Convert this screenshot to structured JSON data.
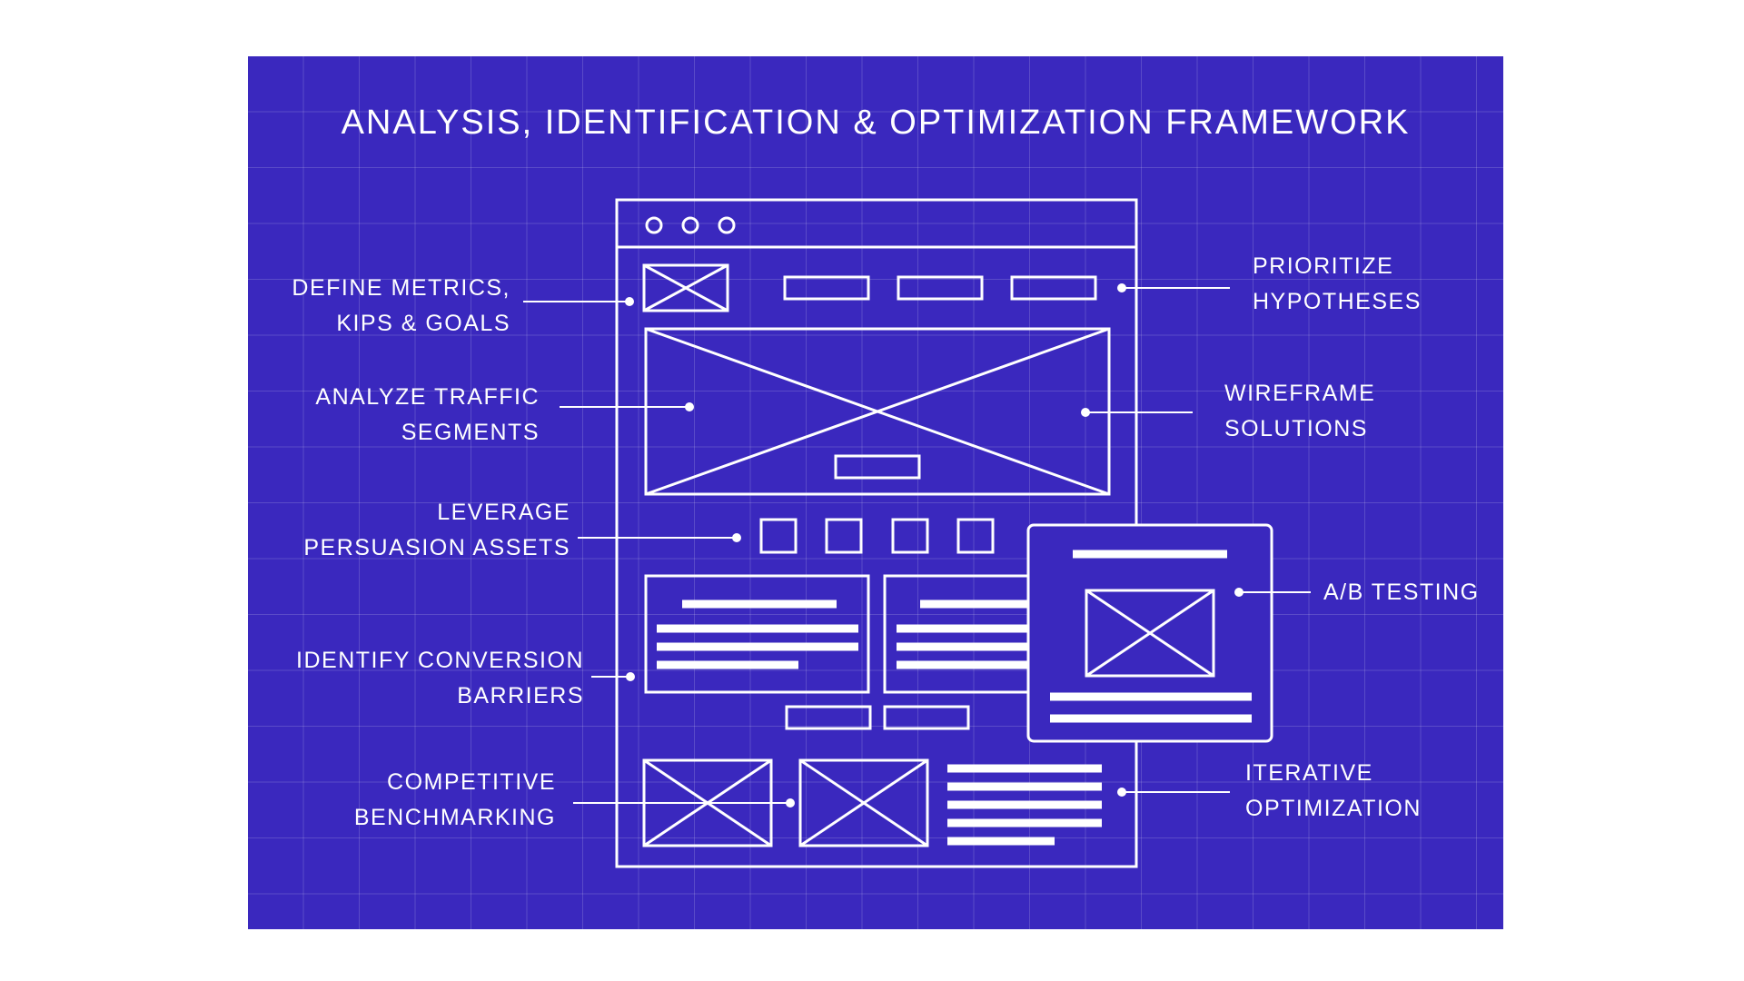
{
  "title": "ANALYSIS, IDENTIFICATION & OPTIMIZATION FRAMEWORK",
  "colors": {
    "panel": "#3a28be",
    "line": "#ffffff",
    "grid": "rgba(255,255,255,0.16)"
  },
  "labels": {
    "define_metrics": [
      "DEFINE METRICS,",
      "KIPS & GOALS"
    ],
    "analyze_traffic": [
      "ANALYZE TRAFFIC",
      "SEGMENTS"
    ],
    "leverage_persuasion": [
      "LEVERAGE",
      "PERSUASION ASSETS"
    ],
    "identify_barriers": [
      "IDENTIFY CONVERSION",
      "BARRIERS"
    ],
    "competitive_benchmarking": [
      "COMPETITIVE",
      "BENCHMARKING"
    ],
    "prioritize_hypotheses": [
      "PRIORITIZE",
      "HYPOTHESES"
    ],
    "wireframe_solutions": [
      "WIREFRAME",
      "SOLUTIONS"
    ],
    "ab_testing": [
      "A/B TESTING"
    ],
    "iterative_optimization": [
      "ITERATIVE",
      "OPTIMIZATION"
    ]
  }
}
